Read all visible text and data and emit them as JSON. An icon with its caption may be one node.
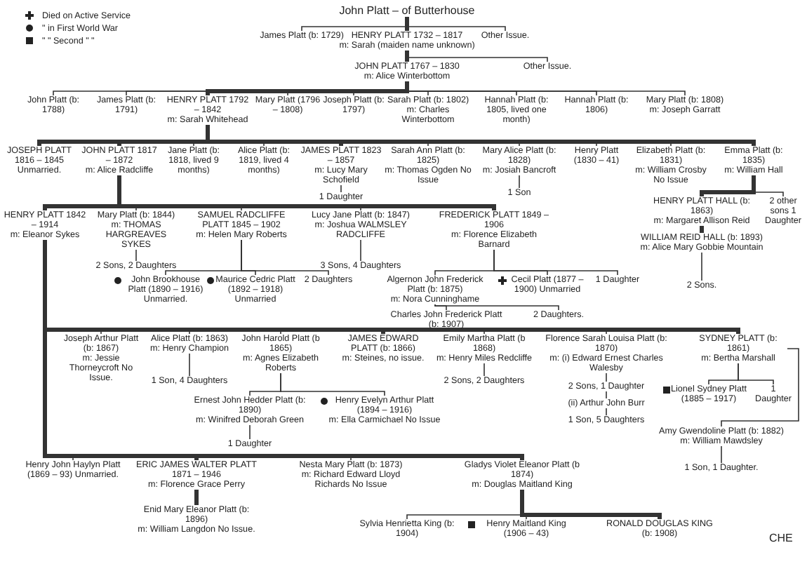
{
  "diagram": {
    "nodes": [
      {
        "text": [
          "John Platt – of Butterhouse"
        ]
      },
      {
        "text": [
          "James Platt (b: 1729)"
        ]
      },
      {
        "text": [
          "HENRY PLATT 1732 – 1817",
          "m: Sarah (maiden name unknown)"
        ]
      },
      {
        "text": [
          "Other Issue."
        ]
      },
      {
        "text": [
          "JOHN PLATT 1767 – 1830",
          "m: Alice Winterbottom"
        ]
      },
      {
        "text": [
          "Other Issue."
        ]
      },
      {
        "text": [
          "John Platt (b: 1788)"
        ]
      },
      {
        "text": [
          "James Platt (b: 1791)"
        ]
      },
      {
        "text": [
          "HENRY PLATT 1792 – 1842",
          "m: Sarah Whitehead"
        ]
      },
      {
        "text": [
          "Mary Platt (1796 – 1808)"
        ]
      },
      {
        "text": [
          "Joseph Platt (b: 1797)"
        ]
      },
      {
        "text": [
          "Sarah Platt (b: 1802)",
          "m: Charles Winterbottom"
        ]
      },
      {
        "text": [
          "Hannah Platt (b: 1805, lived one month)"
        ]
      },
      {
        "text": [
          "Hannah Platt (b: 1806)"
        ]
      },
      {
        "text": [
          "Mary Platt (b: 1808)",
          "m: Joseph Garratt"
        ]
      },
      {
        "text": [
          "JOSEPH PLATT 1816 – 1845 Unmarried."
        ]
      },
      {
        "text": [
          "JOHN PLATT 1817 – 1872",
          "m: Alice Radcliffe"
        ]
      },
      {
        "text": [
          "Jane Platt (b: 1818, lived 9 months)"
        ]
      },
      {
        "text": [
          "Alice Platt (b: 1819, lived 4 months)"
        ]
      },
      {
        "text": [
          "JAMES PLATT 1823 – 1857",
          "m: Lucy Mary Schofield"
        ]
      },
      {
        "text": [
          "Sarah Ann Platt (b: 1825)",
          "m: Thomas Ogden No Issue"
        ]
      },
      {
        "text": [
          "Mary Alice Platt (b: 1828)",
          "m: Josiah Bancroft"
        ]
      },
      {
        "text": [
          "Henry Platt (1830 – 41)"
        ]
      },
      {
        "text": [
          "Elizabeth Platt (b: 1831)",
          "m: William Crosby No Issue"
        ]
      },
      {
        "text": [
          "Emma Platt (b: 1835)",
          "m: William Hall"
        ]
      },
      {
        "text": [
          "1 Daughter"
        ]
      },
      {
        "text": [
          "1 Son"
        ]
      },
      {
        "text": [
          "HENRY PLATT HALL (b: 1863)",
          "m: Margaret Allison Reid"
        ]
      },
      {
        "text": [
          "2 other sons 1 Daughter"
        ]
      },
      {
        "text": [
          "WILLIAM REID HALL (b: 1893)",
          "m: Alice Mary Gobbie Mountain"
        ]
      },
      {
        "text": [
          "2 Sons."
        ]
      },
      {
        "text": [
          "HENRY PLATT 1842 – 1914",
          "m: Eleanor Sykes"
        ]
      },
      {
        "text": [
          "Mary Platt (b: 1844)",
          "m: THOMAS HARGREAVES SYKES"
        ]
      },
      {
        "text": [
          "SAMUEL RADCLIFFE PLATT 1845 – 1902",
          "m: Helen Mary Roberts"
        ]
      },
      {
        "text": [
          "Lucy Jane Platt (b: 1847)",
          "m: Joshua WALMSLEY RADCLIFFE"
        ]
      },
      {
        "text": [
          "FREDERICK PLATT 1849 – 1906",
          "m: Florence Elizabeth Barnard"
        ]
      },
      {
        "text": [
          "2 Sons, 2 Daughters"
        ]
      },
      {
        "text": [
          "3 Sons, 4 Daughters"
        ]
      },
      {
        "text": [
          "John Brookhouse Platt (1890 – 1916) Unmarried."
        ]
      },
      {
        "text": [
          "Maurice Cedric Platt (1892 – 1918) Unmarried"
        ]
      },
      {
        "text": [
          "2 Daughters"
        ]
      },
      {
        "text": [
          "Algernon John Frederick Platt (b: 1875)",
          "m: Nora Cunninghame"
        ]
      },
      {
        "text": [
          "Cecil Platt (1877 – 1900) Unmarried"
        ]
      },
      {
        "text": [
          "1 Daughter"
        ]
      },
      {
        "text": [
          "Charles John Frederick Platt (b: 1907)"
        ]
      },
      {
        "text": [
          "2 Daughters."
        ]
      },
      {
        "text": [
          "Joseph Arthur Platt (b: 1867)",
          "m: Jessie Thorneycroft No Issue."
        ]
      },
      {
        "text": [
          "Alice Platt (b: 1863)",
          "m: Henry Champion"
        ]
      },
      {
        "text": [
          "John Harold Platt (b 1865)",
          "m: Agnes Elizabeth Roberts"
        ]
      },
      {
        "text": [
          "JAMES EDWARD PLATT (b: 1866)",
          "m: Steines, no issue."
        ]
      },
      {
        "text": [
          "Emily Martha Platt (b 1868)",
          "m: Henry Miles Redcliffe"
        ]
      },
      {
        "text": [
          "Florence Sarah Louisa Platt (b: 1870)",
          "m: (i) Edward Ernest Charles Walesby"
        ]
      },
      {
        "text": [
          "SYDNEY PLATT (b: 1861)",
          "m: Bertha Marshall"
        ]
      },
      {
        "text": [
          "Henry John Haylyn Platt (1869 – 93) Unmarried."
        ]
      },
      {
        "text": [
          "ERIC JAMES WALTER PLATT 1871 – 1946",
          "m: Florence Grace Perry"
        ]
      },
      {
        "text": [
          "Nesta Mary Platt (b: 1873)",
          "m: Richard Edward Lloyd Richards No Issue"
        ]
      },
      {
        "text": [
          "Gladys Violet Eleanor Platt (b 1874)",
          "m: Douglas Maitland King"
        ]
      },
      {
        "text": [
          "1 Son, 4 Daughters"
        ]
      },
      {
        "text": [
          "Ernest John Hedder Platt (b: 1890)",
          "m: Winifred Deborah Green"
        ]
      },
      {
        "text": [
          "Henry Evelyn Arthur Platt (1894 – 1916)",
          "m: Ella Carmichael No Issue"
        ]
      },
      {
        "text": [
          "1 Daughter"
        ]
      },
      {
        "text": [
          "2 Sons, 2 Daughters"
        ]
      },
      {
        "text": [
          "2 Sons, 1 Daughter"
        ]
      },
      {
        "text": [
          "(ii) Arthur John Burr"
        ]
      },
      {
        "text": [
          "1 Son, 5 Daughters"
        ]
      },
      {
        "text": [
          "Lionel Sydney Platt (1885 – 1917)"
        ]
      },
      {
        "text": [
          "1 Daughter"
        ]
      },
      {
        "text": [
          "Amy Gwendoline Platt (b: 1882)",
          "m: William Mawdsley"
        ]
      },
      {
        "text": [
          "1 Son, 1 Daughter."
        ]
      },
      {
        "text": [
          "Enid Mary Eleanor Platt (b: 1896)",
          "m: William Langdon No Issue."
        ]
      },
      {
        "text": [
          "Sylvia Henrietta King (b: 1904)"
        ]
      },
      {
        "text": [
          "Henry Maitland King (1906 – 43)"
        ]
      },
      {
        "text": [
          "RONALD DOUGLAS KING (b: 1908)"
        ]
      }
    ],
    "edges": [
      {
        "from": 0,
        "to": 1,
        "arrow": "none"
      },
      {
        "from": 0,
        "to": 2,
        "arrow": "none",
        "style": "thick"
      },
      {
        "from": 0,
        "to": 3,
        "arrow": "none"
      },
      {
        "from": 2,
        "to": 4,
        "arrow": "none",
        "style": "thick"
      },
      {
        "from": 2,
        "to": 5,
        "arrow": "none"
      },
      {
        "from": 4,
        "to": 6,
        "arrow": "none"
      },
      {
        "from": 4,
        "to": 7,
        "arrow": "none"
      },
      {
        "from": 4,
        "to": 8,
        "arrow": "none",
        "style": "thick"
      },
      {
        "from": 4,
        "to": 9,
        "arrow": "none"
      },
      {
        "from": 4,
        "to": 10,
        "arrow": "none"
      },
      {
        "from": 4,
        "to": 11,
        "arrow": "none"
      },
      {
        "from": 4,
        "to": 12,
        "arrow": "none"
      },
      {
        "from": 4,
        "to": 13,
        "arrow": "none"
      },
      {
        "from": 4,
        "to": 14,
        "arrow": "none"
      },
      {
        "from": 8,
        "to": 15,
        "arrow": "none",
        "style": "thick"
      },
      {
        "from": 8,
        "to": 16,
        "arrow": "none",
        "style": "thick"
      },
      {
        "from": 8,
        "to": 17,
        "arrow": "none"
      },
      {
        "from": 8,
        "to": 18,
        "arrow": "none"
      },
      {
        "from": 8,
        "to": 19,
        "arrow": "none",
        "style": "thick"
      },
      {
        "from": 8,
        "to": 20,
        "arrow": "none"
      },
      {
        "from": 8,
        "to": 21,
        "arrow": "none"
      },
      {
        "from": 8,
        "to": 22,
        "arrow": "none"
      },
      {
        "from": 8,
        "to": 23,
        "arrow": "none"
      },
      {
        "from": 8,
        "to": 24,
        "arrow": "none",
        "style": "thick"
      },
      {
        "from": 19,
        "to": 25,
        "arrow": "none"
      },
      {
        "from": 21,
        "to": 26,
        "arrow": "none"
      },
      {
        "from": 24,
        "to": 27,
        "arrow": "none",
        "style": "thick"
      },
      {
        "from": 24,
        "to": 28,
        "arrow": "none"
      },
      {
        "from": 27,
        "to": 29,
        "arrow": "none",
        "style": "thick"
      },
      {
        "from": 29,
        "to": 30,
        "arrow": "none"
      },
      {
        "from": 16,
        "to": 31,
        "arrow": "none",
        "style": "thick"
      },
      {
        "from": 16,
        "to": 32,
        "arrow": "none"
      },
      {
        "from": 16,
        "to": 33,
        "arrow": "none"
      },
      {
        "from": 16,
        "to": 34,
        "arrow": "none"
      },
      {
        "from": 16,
        "to": 35,
        "arrow": "none",
        "style": "thick"
      },
      {
        "from": 32,
        "to": 36,
        "arrow": "none"
      },
      {
        "from": 34,
        "to": 37,
        "arrow": "none"
      },
      {
        "from": 33,
        "to": 38,
        "arrow": "none"
      },
      {
        "from": 33,
        "to": 39,
        "arrow": "none"
      },
      {
        "from": 33,
        "to": 40,
        "arrow": "none"
      },
      {
        "from": 35,
        "to": 41,
        "arrow": "none"
      },
      {
        "from": 35,
        "to": 42,
        "arrow": "none"
      },
      {
        "from": 35,
        "to": 43,
        "arrow": "none"
      },
      {
        "from": 41,
        "to": 44,
        "arrow": "none"
      },
      {
        "from": 41,
        "to": 45,
        "arrow": "none"
      },
      {
        "from": 31,
        "to": 46,
        "arrow": "none"
      },
      {
        "from": 31,
        "to": 47,
        "arrow": "none"
      },
      {
        "from": 31,
        "to": 48,
        "arrow": "none"
      },
      {
        "from": 31,
        "to": 49,
        "arrow": "none",
        "style": "thick"
      },
      {
        "from": 31,
        "to": 50,
        "arrow": "none"
      },
      {
        "from": 31,
        "to": 51,
        "arrow": "none"
      },
      {
        "from": 31,
        "to": 52,
        "arrow": "none",
        "style": "thick"
      },
      {
        "from": 31,
        "to": 53,
        "arrow": "none"
      },
      {
        "from": 31,
        "to": 54,
        "arrow": "none",
        "style": "thick"
      },
      {
        "from": 31,
        "to": 55,
        "arrow": "none"
      },
      {
        "from": 31,
        "to": 56,
        "arrow": "none",
        "style": "thick"
      },
      {
        "from": 47,
        "to": 57,
        "arrow": "none"
      },
      {
        "from": 48,
        "to": 58,
        "arrow": "none"
      },
      {
        "from": 48,
        "to": 59,
        "arrow": "none"
      },
      {
        "from": 58,
        "to": 60,
        "arrow": "none"
      },
      {
        "from": 50,
        "to": 61,
        "arrow": "none"
      },
      {
        "from": 51,
        "to": 62,
        "arrow": "none"
      },
      {
        "from": 62,
        "to": 63,
        "arrow": "none"
      },
      {
        "from": 63,
        "to": 64,
        "arrow": "none"
      },
      {
        "from": 52,
        "to": 65,
        "arrow": "none"
      },
      {
        "from": 52,
        "to": 66,
        "arrow": "none"
      },
      {
        "from": 52,
        "to": 67,
        "arrow": "none"
      },
      {
        "from": 67,
        "to": 68,
        "arrow": "none"
      },
      {
        "from": 54,
        "to": 69,
        "arrow": "none",
        "style": "thick"
      },
      {
        "from": 56,
        "to": 70,
        "arrow": "none"
      },
      {
        "from": 56,
        "to": 71,
        "arrow": "none"
      },
      {
        "from": 56,
        "to": 72,
        "arrow": "none",
        "style": "thick"
      }
    ],
    "labels": [
      "CHE"
    ],
    "legend": [
      {
        "text": "Died on Active Service"
      },
      {
        "text": "\" in First World War"
      },
      {
        "text": "\" \" Second \" \""
      }
    ]
  }
}
